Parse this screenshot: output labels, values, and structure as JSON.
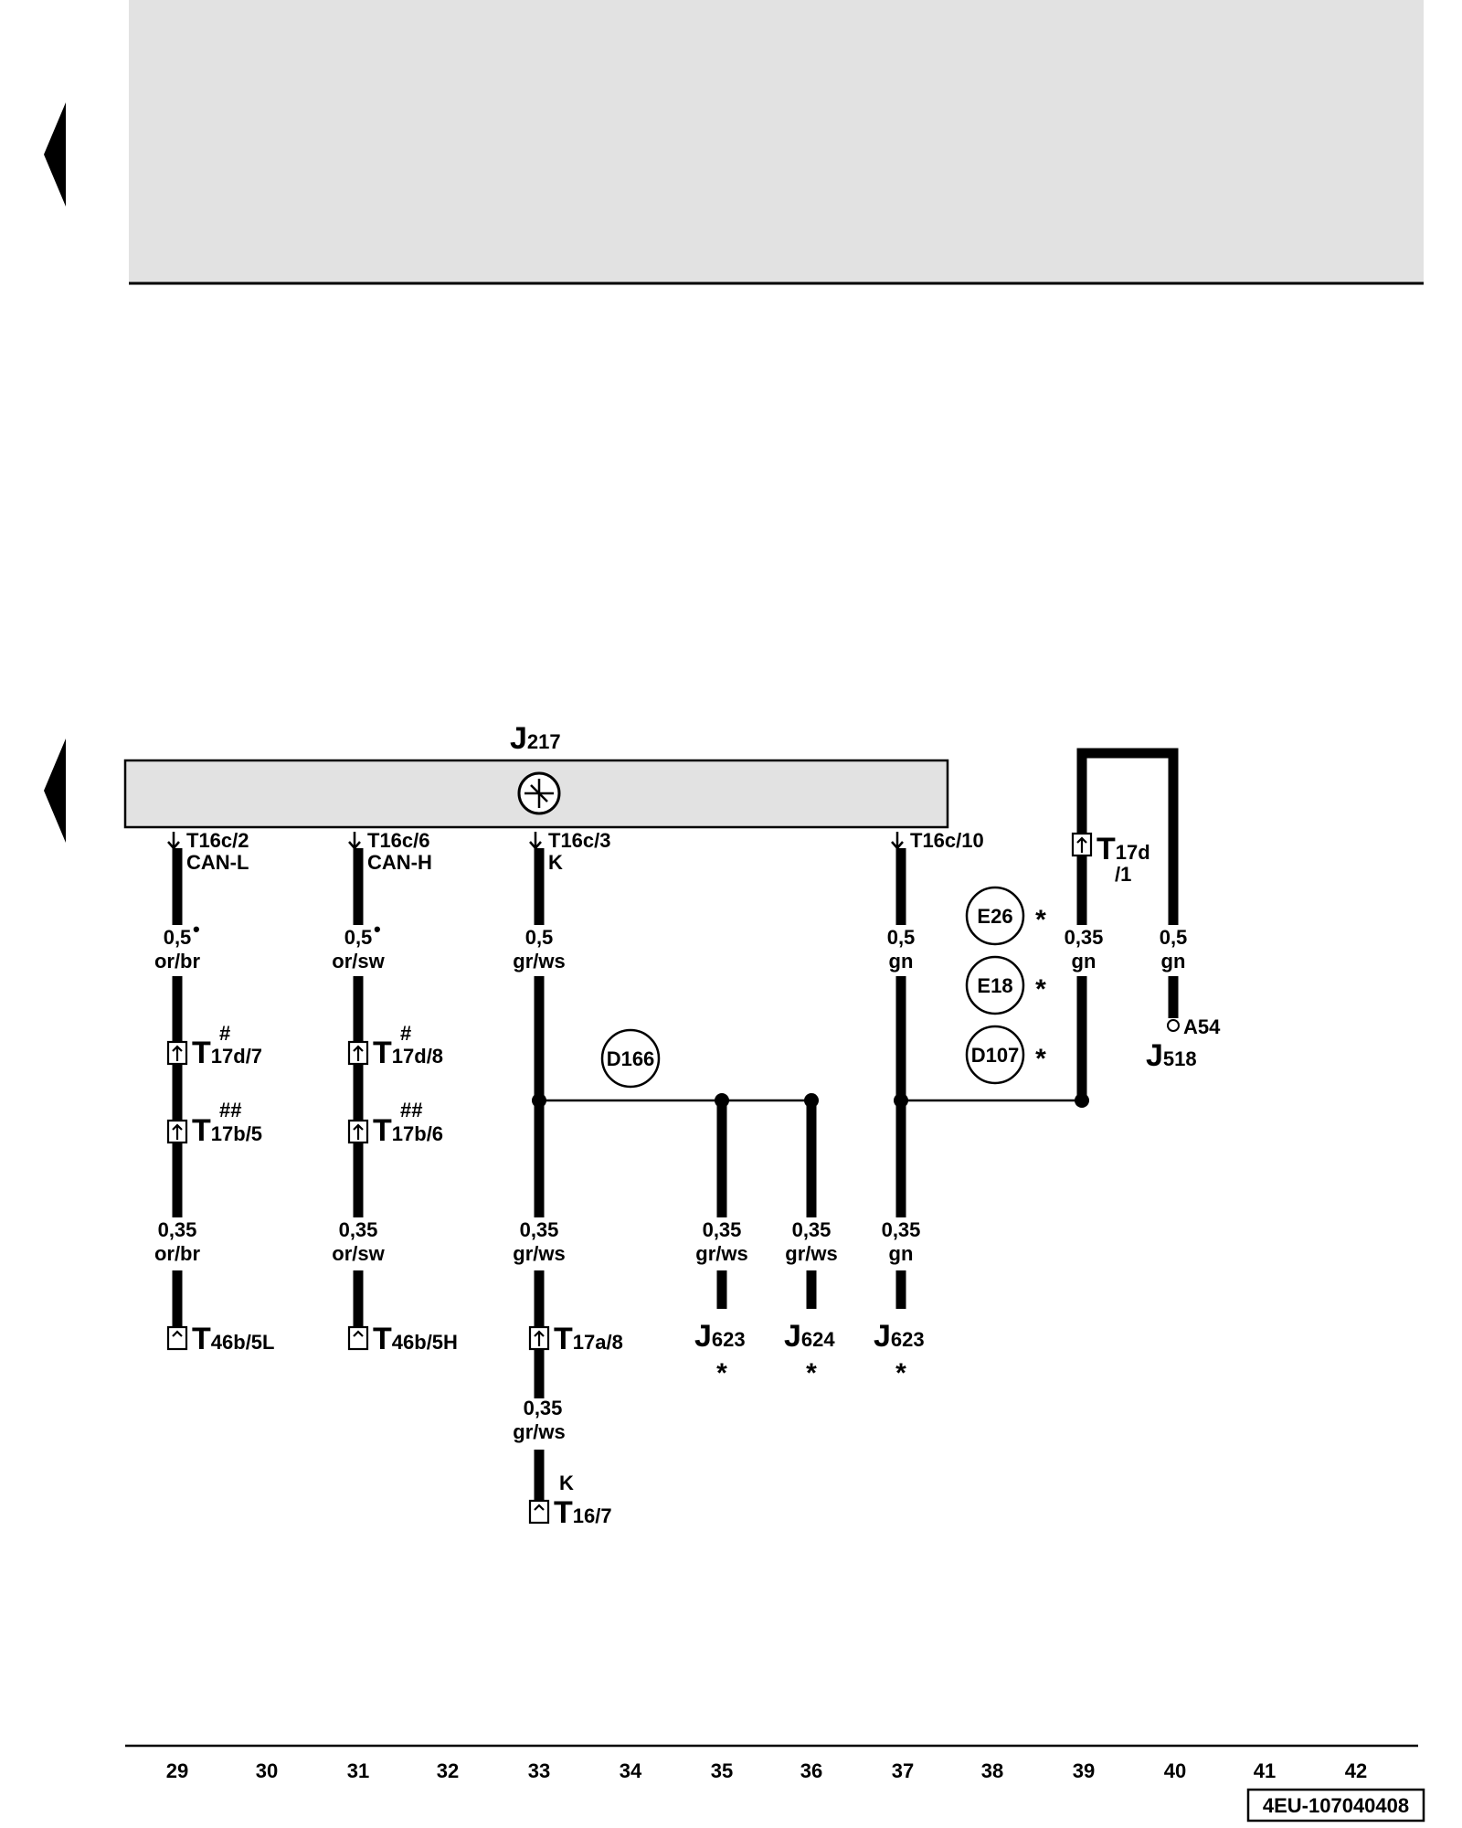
{
  "control_unit": {
    "label": "J",
    "sub": "217"
  },
  "top_pins": [
    {
      "label": "T16c/2",
      "signal": "CAN-L"
    },
    {
      "label": "T16c/6",
      "signal": "CAN-H"
    },
    {
      "label": "T16c/3",
      "signal": "K"
    },
    {
      "label": "T16c/10",
      "signal": ""
    }
  ],
  "upper_wires": [
    {
      "gauge": "0,5",
      "color": "or/br"
    },
    {
      "gauge": "0,5",
      "color": "or/sw"
    },
    {
      "gauge": "0,5",
      "color": "gr/ws"
    },
    {
      "gauge": "0,5",
      "color": "gn"
    },
    {
      "gauge": "0,35",
      "color": "gn"
    },
    {
      "gauge": "0,5",
      "color": "gn"
    }
  ],
  "lower_wires": [
    {
      "gauge": "0,35",
      "color": "or/br"
    },
    {
      "gauge": "0,35",
      "color": "or/sw"
    },
    {
      "gauge": "0,35",
      "color": "gr/ws"
    },
    {
      "gauge": "0,35",
      "color": "gr/ws"
    },
    {
      "gauge": "0,35",
      "color": "gr/ws"
    },
    {
      "gauge": "0,35",
      "color": "gn"
    }
  ],
  "k_wire": {
    "gauge": "0,35",
    "color": "gr/ws"
  },
  "connectors": [
    {
      "mark": "#",
      "main": "T",
      "sub": "17d/7"
    },
    {
      "mark": "#",
      "main": "T",
      "sub": "17d/8"
    },
    {
      "mark": "##",
      "main": "T",
      "sub": "17b/5"
    },
    {
      "mark": "##",
      "main": "T",
      "sub": "17b/6"
    },
    {
      "main": "T",
      "sub": "46b/5L"
    },
    {
      "main": "T",
      "sub": "46b/5H"
    },
    {
      "main": "T",
      "sub": "17a/8"
    },
    {
      "mark": "K",
      "main": "T",
      "sub": "16/7"
    },
    {
      "main": "T",
      "sub": "17d",
      "sub2": "/1"
    }
  ],
  "components": [
    "D166",
    "E26",
    "E18",
    "D107"
  ],
  "targets": [
    {
      "main": "J",
      "sub": "623"
    },
    {
      "main": "J",
      "sub": "624"
    },
    {
      "main": "J",
      "sub": "623"
    },
    {
      "main": "J",
      "sub": "518",
      "pin": "A54"
    }
  ],
  "star": "*",
  "bullet": "•",
  "grid_numbers": [
    "29",
    "30",
    "31",
    "32",
    "33",
    "34",
    "35",
    "36",
    "37",
    "38",
    "39",
    "40",
    "41",
    "42"
  ],
  "doc_id": "4EU-107040408"
}
